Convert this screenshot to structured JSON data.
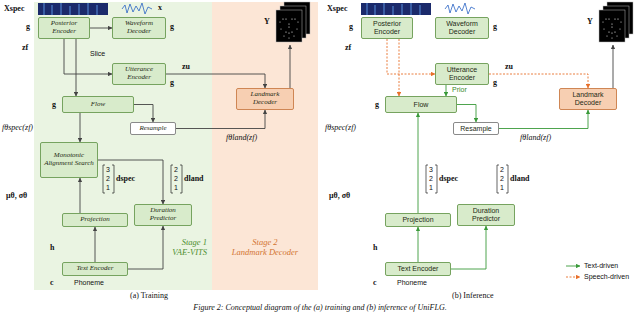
{
  "diagram": {
    "caption": "Figure 2: Conceptual diagram of the (a) training and (b) inference of UniFLG.",
    "nodes": [
      {
        "text": [
          "Stage 1",
          "VAE-VITS"
        ]
      },
      {
        "text": [
          "Posterior Encoder"
        ],
        "in": 0
      },
      {
        "text": [
          "Waveform Decoder"
        ],
        "in": 0
      },
      {
        "text": [
          "Utterance Encoder"
        ],
        "in": 0
      },
      {
        "text": [
          "Flow"
        ],
        "in": 0
      },
      {
        "text": [
          "Resample"
        ],
        "in": 0
      },
      {
        "text": [
          "Monotonic Alignment Search"
        ],
        "in": 0
      },
      {
        "text": [
          "Projection"
        ],
        "in": 0
      },
      {
        "text": [
          "Duration Predictor"
        ],
        "in": 0
      },
      {
        "text": [
          "Text Encoder"
        ],
        "in": 0
      },
      {
        "text": [
          "Stage 2",
          "Landmark Decoder"
        ]
      },
      {
        "text": [
          "Landmark Decoder"
        ],
        "in": 10
      },
      {
        "text": [
          "Posterior Encoder"
        ]
      },
      {
        "text": [
          "Waveform Decoder"
        ]
      },
      {
        "text": [
          "Utterance Encoder"
        ]
      },
      {
        "text": [
          "Landmark Decoder"
        ]
      },
      {
        "text": [
          "Flow"
        ]
      },
      {
        "text": [
          "Resample"
        ]
      },
      {
        "text": [
          "Projection"
        ]
      },
      {
        "text": [
          "Duration Predictor"
        ]
      },
      {
        "text": [
          "Text Encoder"
        ]
      }
    ],
    "edges": [
      {
        "from": 1,
        "to": 2,
        "arrow": "to"
      },
      {
        "from": 1,
        "to": 4,
        "arrow": "to"
      },
      {
        "from": 1,
        "to": 3,
        "arrow": "to"
      },
      {
        "from": 3,
        "to": 11,
        "arrow": "to"
      },
      {
        "from": 4,
        "to": 5,
        "arrow": "to"
      },
      {
        "from": 4,
        "to": 6,
        "arrow": "to"
      },
      {
        "from": 5,
        "to": 11,
        "arrow": "to"
      },
      {
        "from": 7,
        "to": 6,
        "arrow": "to"
      },
      {
        "from": 6,
        "to": 8,
        "arrow": "to"
      },
      {
        "from": 9,
        "to": 7,
        "arrow": "to"
      },
      {
        "from": 9,
        "to": 8,
        "arrow": "to"
      },
      {
        "from": 20,
        "to": 18,
        "arrow": "to"
      },
      {
        "from": 20,
        "to": 19,
        "arrow": "to"
      },
      {
        "from": 18,
        "to": 16,
        "arrow": "to"
      },
      {
        "from": 16,
        "to": 17,
        "arrow": "to"
      },
      {
        "from": 17,
        "to": 15,
        "arrow": "to"
      },
      {
        "from": 12,
        "to": 14,
        "arrow": "to"
      },
      {
        "from": 12,
        "to": 16,
        "arrow": "to"
      },
      {
        "from": 14,
        "to": 15,
        "arrow": "to"
      },
      {
        "from": 14,
        "to": 16,
        "arrow": "to"
      }
    ],
    "labels": [
      "Xspec",
      "x",
      "Y",
      "g",
      "g",
      "zf",
      "Slice",
      "zu",
      "g",
      "g",
      "fθspec(zf)",
      "fθland(zf)",
      "3",
      "2",
      "1",
      "dspec",
      "2",
      "2",
      "1",
      "dland",
      "μθ, σθ",
      "h",
      "c",
      "Phoneme",
      "(a) Training",
      "Xspec",
      "Y",
      "g",
      "g",
      "zf",
      "zu",
      "g",
      "Prior",
      "g",
      "fθspec(zf)",
      "fθland(zf)",
      "3",
      "2",
      "1",
      "dspec",
      "2",
      "2",
      "1",
      "dland",
      "μθ, σθ",
      "h",
      "c",
      "Phoneme",
      "(b) Inference"
    ],
    "legend": [
      {
        "text": "Text-driven"
      },
      {
        "text": "Speech-driven"
      }
    ]
  }
}
